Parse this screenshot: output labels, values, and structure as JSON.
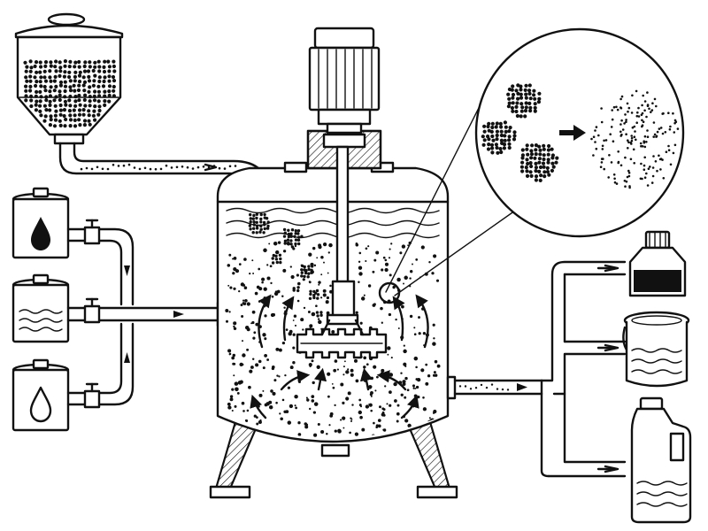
{
  "diagram": {
    "type": "process-illustration",
    "text_labels": [],
    "colors": {
      "ink": "#111111",
      "paper": "#ffffff"
    },
    "inputs": [
      {
        "kind": "hopper",
        "icon": "particles-icon"
      },
      {
        "kind": "tank",
        "icon": "oil-drop-icon"
      },
      {
        "kind": "tank",
        "icon": "liquid-waves-icon"
      },
      {
        "kind": "tank",
        "icon": "water-drop-icon"
      }
    ],
    "vessel": {
      "parts": [
        "motor",
        "drive-shaft",
        "impeller",
        "support-legs"
      ]
    },
    "detail_inset": {
      "icons": [
        "agglomerate-cluster-icon",
        "arrow-right-icon",
        "dispersed-particles-icon"
      ]
    },
    "outputs": [
      {
        "kind": "bottle",
        "icon": "bottle-icon"
      },
      {
        "kind": "paint-can",
        "icon": "paint-can-icon"
      },
      {
        "kind": "jug",
        "icon": "jug-icon"
      }
    ]
  }
}
